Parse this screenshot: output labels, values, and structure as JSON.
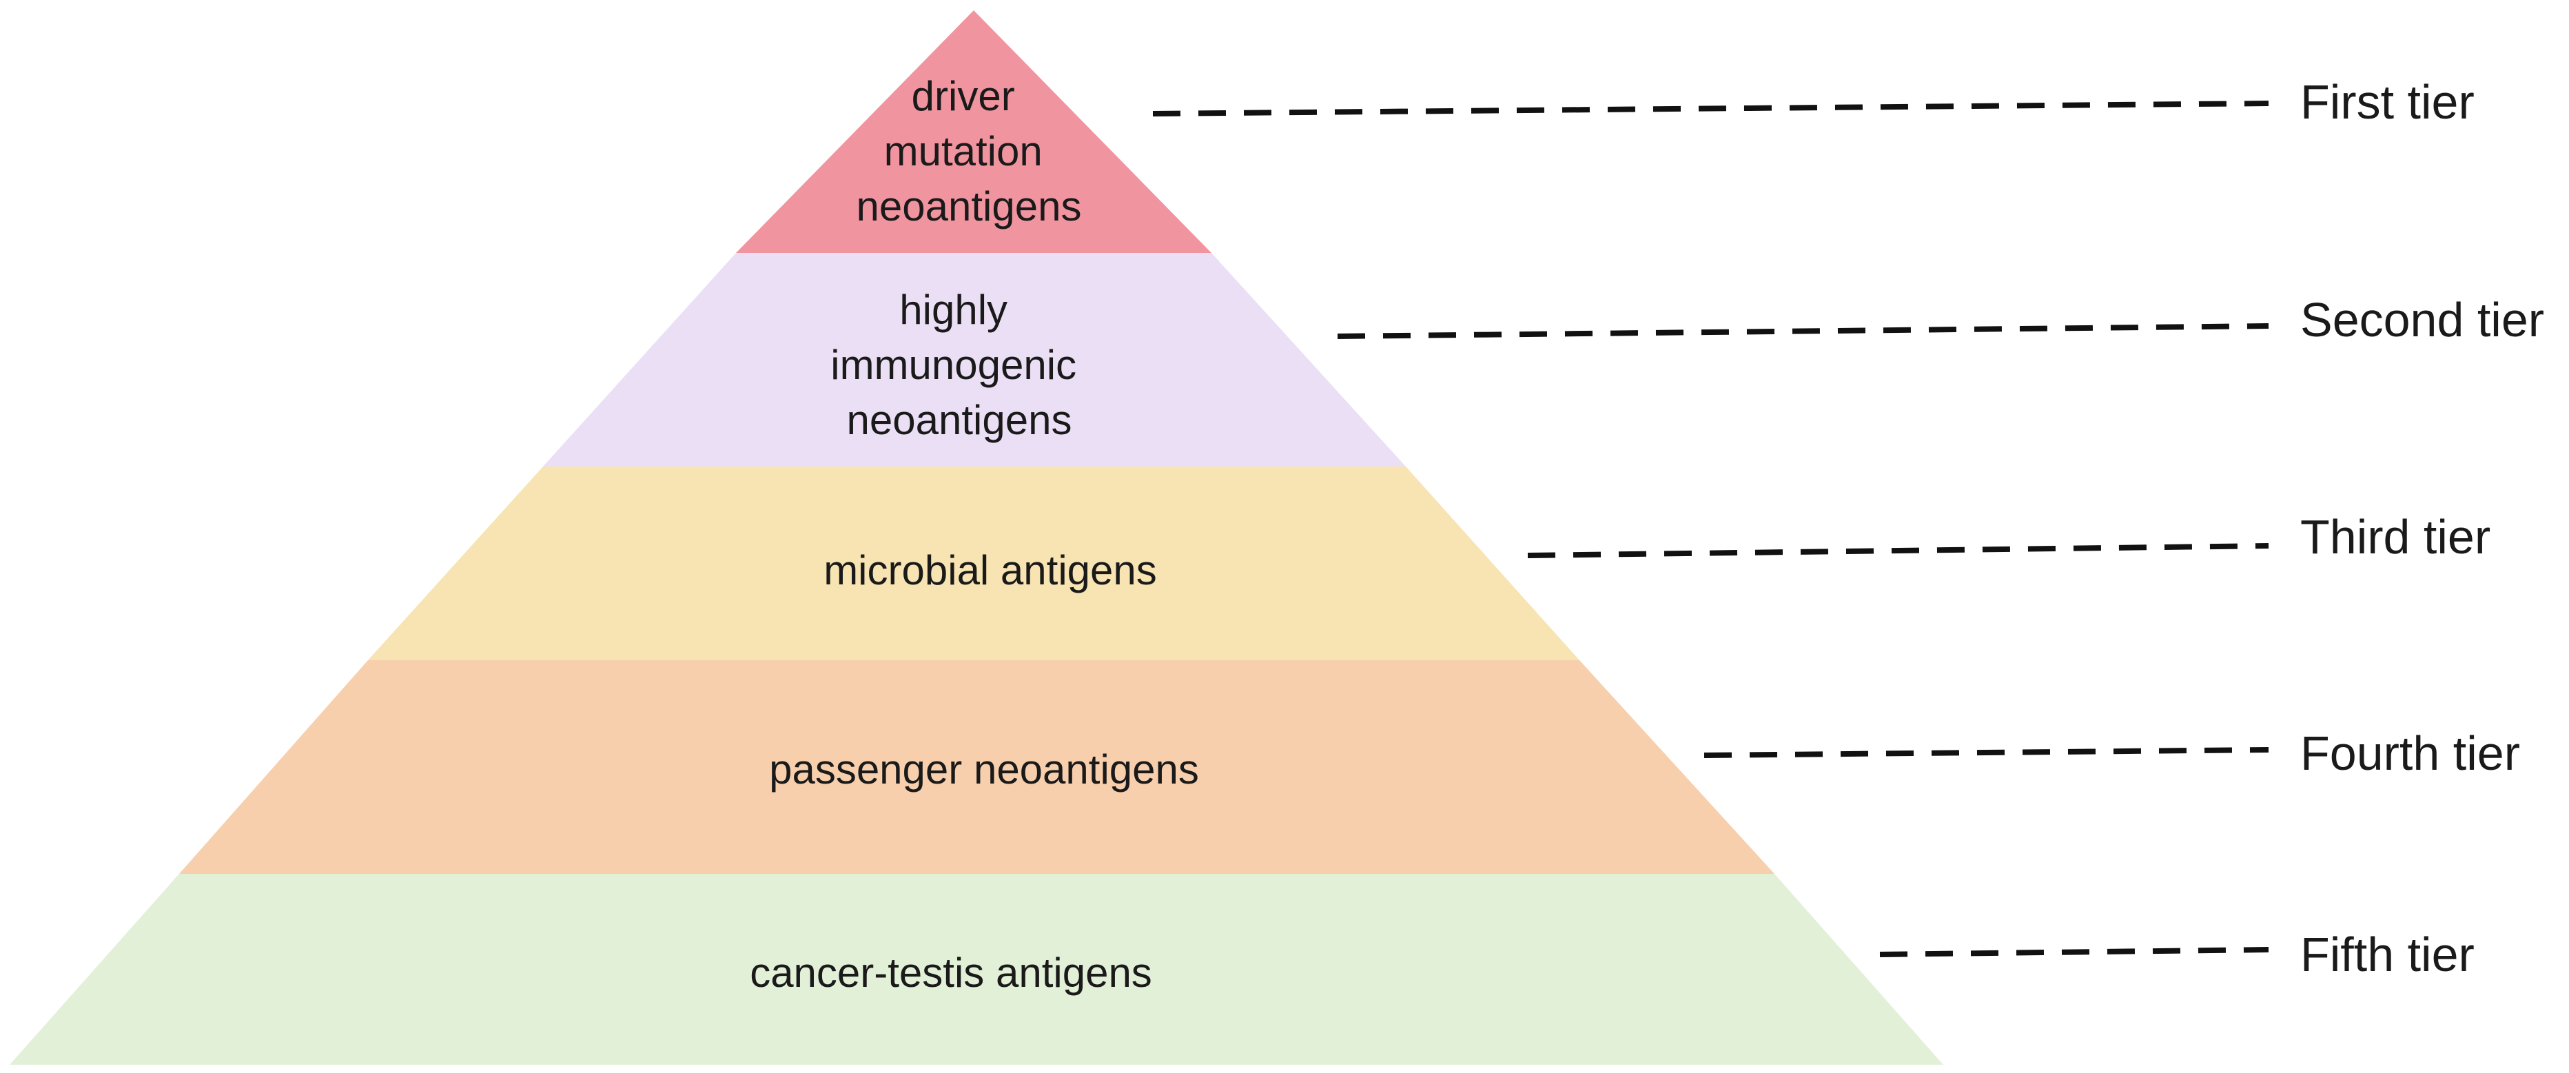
{
  "pyramid": {
    "levels": [
      {
        "lines": [
          "driver",
          "mutation",
          "neoantigens"
        ],
        "tier_label": "First tier",
        "color": "#f0949f"
      },
      {
        "lines": [
          "highly",
          "immunogenic",
          "neoantigens"
        ],
        "tier_label": "Second tier",
        "color": "#ebdff5"
      },
      {
        "lines": [
          "microbial antigens"
        ],
        "tier_label": "Third tier",
        "color": "#f8e4b2"
      },
      {
        "lines": [
          "passenger neoantigens"
        ],
        "tier_label": "Fourth tier",
        "color": "#f7cfac"
      },
      {
        "lines": [
          "cancer-testis antigens"
        ],
        "tier_label": "Fifth tier",
        "color": "#e3f0d8"
      }
    ]
  }
}
